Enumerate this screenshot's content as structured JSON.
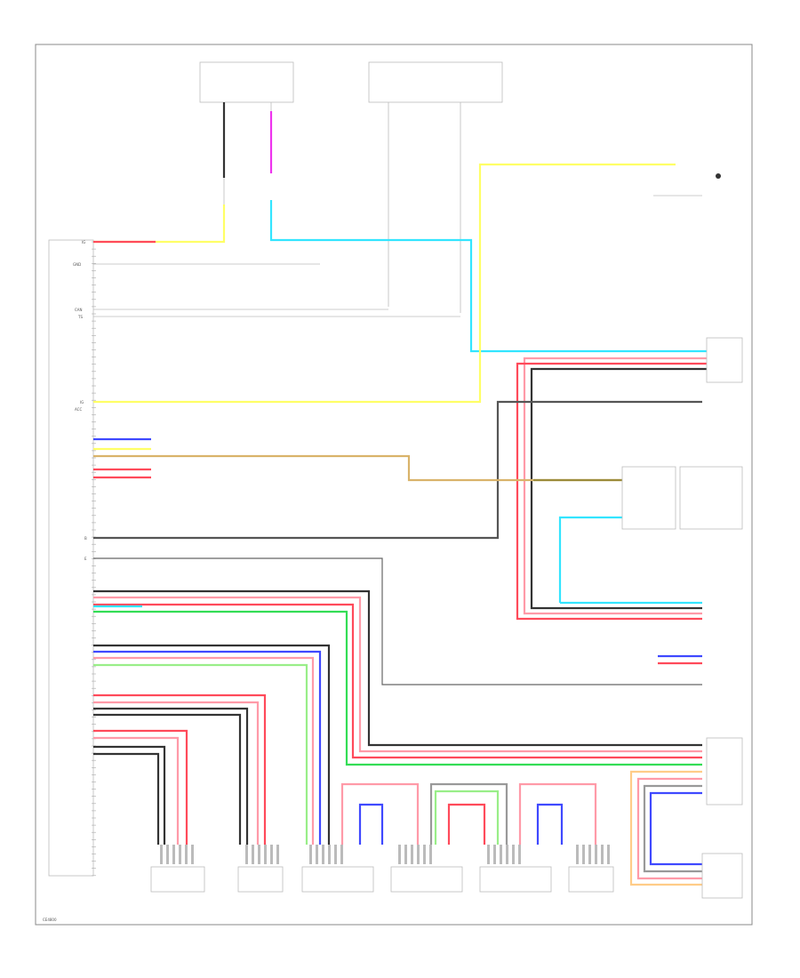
{
  "diagram": {
    "colors": {
      "black": "#333333",
      "red": "#ff4a5a",
      "pink": "#ff9aa8",
      "yellow": "#ffff66",
      "cyan": "#33e5ff",
      "magenta": "#ee33ee",
      "blue": "#3f49ff",
      "green": "#33dd55",
      "lightgreen": "#99ee88",
      "tan": "#d9b36a",
      "olive": "#9b8b3a",
      "gray": "#999999",
      "orange": "#ffcc88"
    },
    "left_pin_labels": [
      "IG",
      "GND",
      "CAN",
      "TS",
      "IG",
      "ACC",
      "B",
      "E"
    ],
    "footer_label": "CE4800"
  }
}
